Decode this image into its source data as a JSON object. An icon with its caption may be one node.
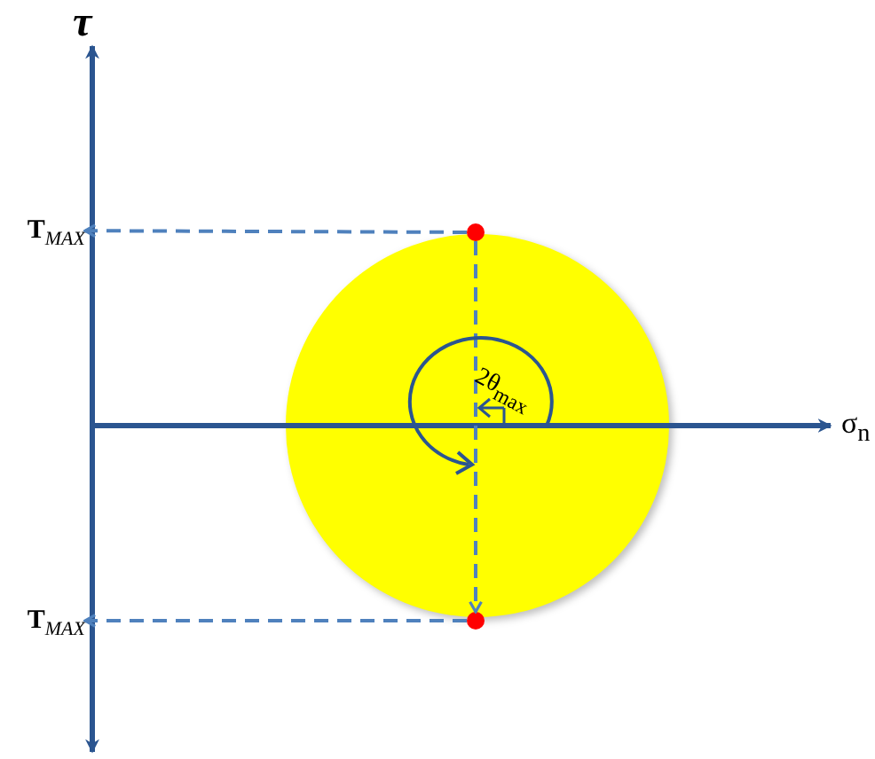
{
  "diagram": {
    "nodes": [
      {
        "text": [
          "T$_{MAX}$"
        ]
      },
      {
        "text": [
          "T$_{MAX}$"
        ]
      },
      {
        "text": [],
        "shape": "circle"
      },
      {
        "text": [],
        "shape": "circle"
      }
    ],
    "edges": [
      {
        "from": 2,
        "to": 0,
        "arrow": "to",
        "style": "dashed"
      },
      {
        "from": 3,
        "to": 1,
        "arrow": "to",
        "style": "dashed"
      },
      {
        "from": 2,
        "to": 3,
        "arrow": "to",
        "style": "dashed"
      }
    ],
    "labels": [
      "τ",
      "σ$_{n}$",
      "2θ$_{max}$"
    ]
  }
}
